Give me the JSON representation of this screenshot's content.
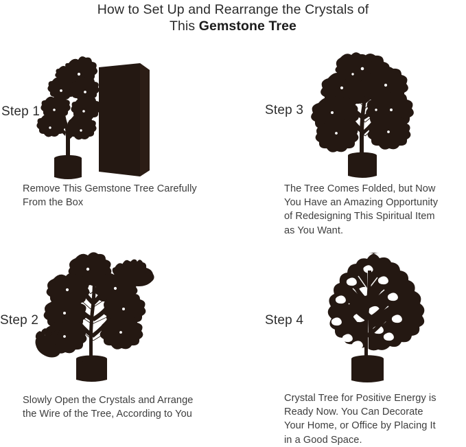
{
  "title": {
    "line1": "How to Set Up and Rearrange the Crystals of",
    "line2_plain": "This ",
    "line2_bold": "Gemstone Tree"
  },
  "colors": {
    "background": "#ffffff",
    "silhouette": "#241812",
    "title_text": "#2b2b2b",
    "title_bold_text": "#1b1b1b",
    "step_label_text": "#2d2d2d",
    "caption_text": "#3d3d3d"
  },
  "steps": [
    {
      "id": "step-1",
      "label": "Step 1",
      "artwork": "folded-gemstone-tree-with-box",
      "artwork_parts": [
        "folded-tree-silhouette",
        "product-box-silhouette"
      ],
      "caption_lines": [
        "Remove This Gemstone Tree Carefully",
        "From the Box"
      ]
    },
    {
      "id": "step-2",
      "label": "Step 2",
      "artwork": "partly-opened-tree-with-hands",
      "artwork_parts": [
        "partly-opened-tree-silhouette",
        "upper-hand-silhouette",
        "lower-hand-silhouette"
      ],
      "caption_lines": [
        "Slowly Open the Crystals and Arrange",
        "the Wire of the Tree, According to You"
      ]
    },
    {
      "id": "step-3",
      "label": "Step 3",
      "artwork": "spread-branches-tree",
      "artwork_parts": [
        "spread-tree-silhouette"
      ],
      "caption_lines": [
        "The Tree Comes Folded, but Now",
        "You Have an Amazing Opportunity",
        "of Redesigning This Spiritual Item",
        "as You Want."
      ]
    },
    {
      "id": "step-4",
      "label": "Step 4",
      "artwork": "full-bushy-crystal-tree",
      "artwork_parts": [
        "full-tree-silhouette"
      ],
      "caption_lines": [
        "Crystal Tree for Positive Energy is",
        "Ready Now. You Can Decorate",
        "Your Home, or Office by Placing It",
        "in a Good Space."
      ]
    }
  ]
}
